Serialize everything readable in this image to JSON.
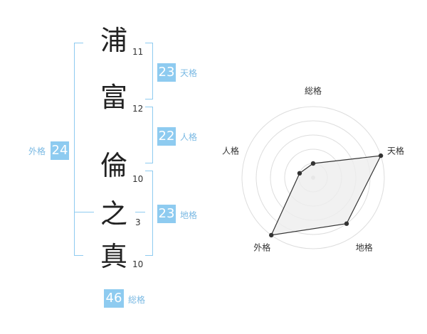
{
  "name_chars": [
    {
      "char": "浦",
      "strokes": "11"
    },
    {
      "char": "富",
      "strokes": "12"
    },
    {
      "char": "倫",
      "strokes": "10"
    },
    {
      "char": "之",
      "strokes": "3"
    },
    {
      "char": "真",
      "strokes": "10"
    }
  ],
  "kakusu": {
    "tenkaku": {
      "value": "23",
      "label": "天格"
    },
    "jinkaku": {
      "value": "22",
      "label": "人格"
    },
    "chikaku": {
      "value": "23",
      "label": "地格"
    },
    "gaikaku": {
      "value": "24",
      "label": "外格"
    },
    "soukaku": {
      "value": "46",
      "label": "総格"
    }
  },
  "chart_data": {
    "type": "radar",
    "axes": [
      "総格",
      "天格",
      "地格",
      "外格",
      "人格"
    ],
    "values": [
      1,
      5,
      4,
      5,
      1
    ],
    "rlim": [
      0,
      5
    ],
    "rings": 5,
    "colors": {
      "fill": "#eeeeee",
      "line": "#333333",
      "grid": "#dddddd"
    }
  },
  "colors": {
    "accent": "#8ecbf0",
    "accent_text": "#7ab9e3"
  }
}
